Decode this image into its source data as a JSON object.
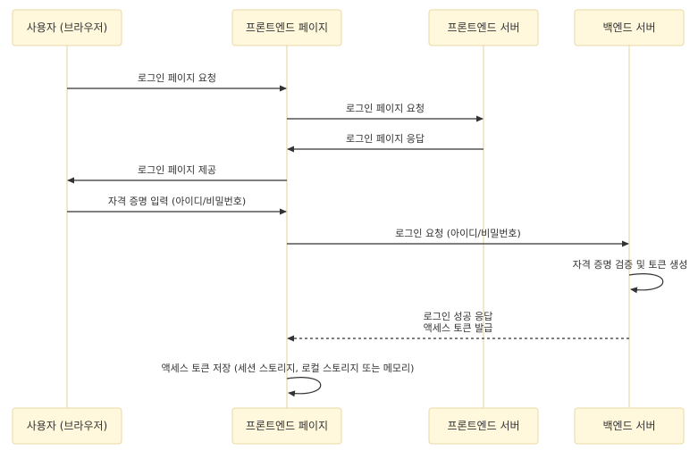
{
  "participants": [
    {
      "label": "사용자 (브라우저)"
    },
    {
      "label": "프론트엔드 페이지"
    },
    {
      "label": "프론트엔드 서버"
    },
    {
      "label": "백엔드 서버"
    }
  ],
  "messages": [
    {
      "from": 0,
      "to": 1,
      "lines": [
        "로그인 페이지 요청"
      ],
      "style": "solid"
    },
    {
      "from": 1,
      "to": 2,
      "lines": [
        "로그인 페이지 요청"
      ],
      "style": "solid"
    },
    {
      "from": 2,
      "to": 1,
      "lines": [
        "로그인 페이지 응답"
      ],
      "style": "solid"
    },
    {
      "from": 1,
      "to": 0,
      "lines": [
        "로그인 페이지 제공"
      ],
      "style": "solid"
    },
    {
      "from": 0,
      "to": 1,
      "lines": [
        "자격 증명 입력 (아이디/비밀번호)"
      ],
      "style": "solid"
    },
    {
      "from": 1,
      "to": 3,
      "lines": [
        "로그인 요청 (아이디/비밀번호)"
      ],
      "style": "solid"
    },
    {
      "from": 3,
      "to": 3,
      "lines": [
        "자격 증명 검증 및 토큰 생성"
      ],
      "style": "self"
    },
    {
      "from": 3,
      "to": 1,
      "lines": [
        "로그인 성공 응답",
        "액세스 토큰 발급"
      ],
      "style": "dashed"
    },
    {
      "from": 1,
      "to": 1,
      "lines": [
        "액세스 토큰 저장 (세션 스토리지, 로컬 스토리지 또는 메모리)"
      ],
      "style": "self"
    }
  ]
}
